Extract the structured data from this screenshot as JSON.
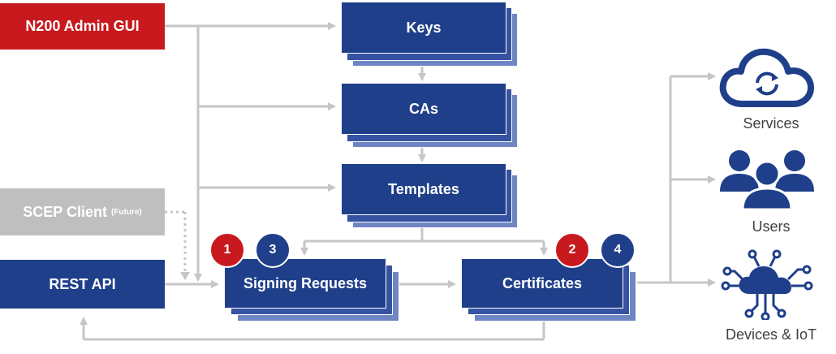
{
  "sources": {
    "admin_gui": "N200 Admin GUI",
    "scep_client": "SCEP Client",
    "scep_future": "(Future)",
    "rest_api": "REST API"
  },
  "stacks": {
    "keys": "Keys",
    "cas": "CAs",
    "templates": "Templates",
    "signing_requests": "Signing Requests",
    "certificates": "Certificates"
  },
  "badges": {
    "b1": "1",
    "b2": "2",
    "b3": "3",
    "b4": "4"
  },
  "outputs": {
    "services": "Services",
    "users": "Users",
    "devices": "Devices & IoT"
  },
  "colors": {
    "red": "#c8191e",
    "navy": "#1f3f8a",
    "grey": "#bfbfbf",
    "arrow": "#c6c6c6"
  }
}
